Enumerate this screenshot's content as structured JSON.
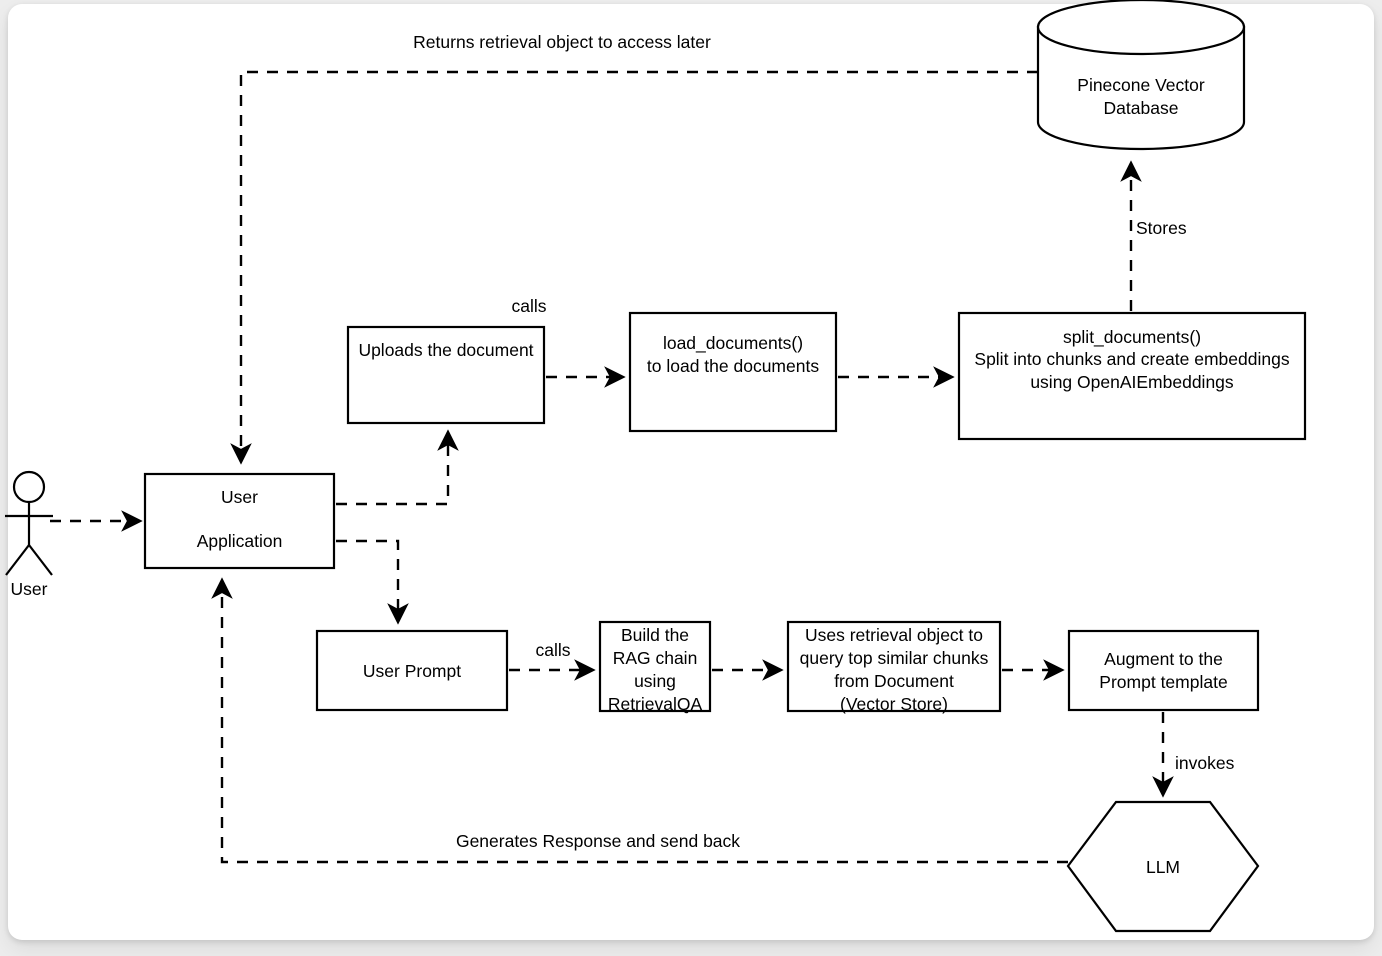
{
  "diagram": {
    "title": "RAG pipeline architecture",
    "background_color": "#ededed",
    "canvas_color": "#ffffff",
    "stroke_color": "#000000",
    "nodes": {
      "user_actor": {
        "label": "User",
        "shape": "stick-figure"
      },
      "user_application": {
        "line1": "User",
        "line2": "Application",
        "shape": "rectangle"
      },
      "uploads_document": {
        "label": "Uploads the document",
        "shape": "rectangle"
      },
      "load_documents": {
        "line1": "load_documents()",
        "line2": "to load the documents",
        "shape": "rectangle"
      },
      "split_documents": {
        "line1": "split_documents()",
        "line2": "Split into chunks and create embeddings",
        "line3": "using OpenAIEmbeddings",
        "shape": "rectangle"
      },
      "pinecone_db": {
        "line1": "Pinecone Vector",
        "line2": "Database",
        "shape": "cylinder"
      },
      "user_prompt": {
        "label": "User Prompt",
        "shape": "rectangle"
      },
      "rag_chain": {
        "line1": "Build the",
        "line2": "RAG chain",
        "line3": "using",
        "line4": "RetrievalQA",
        "shape": "rectangle"
      },
      "retrieval_query": {
        "line1": "Uses retrieval object to",
        "line2": "query top similar chunks",
        "line3": "from Document",
        "line4": "(Vector Store)",
        "shape": "rectangle"
      },
      "augment_prompt": {
        "line1": "Augment to the",
        "line2": "Prompt template",
        "shape": "rectangle"
      },
      "llm": {
        "label": "LLM",
        "shape": "hexagon"
      }
    },
    "edge_labels": {
      "returns_retrieval": "Returns retrieval object to access later",
      "stores": "Stores",
      "calls_upload": "calls",
      "calls_prompt": "calls",
      "invokes": "invokes",
      "generates_response": "Generates Response and send back"
    }
  }
}
